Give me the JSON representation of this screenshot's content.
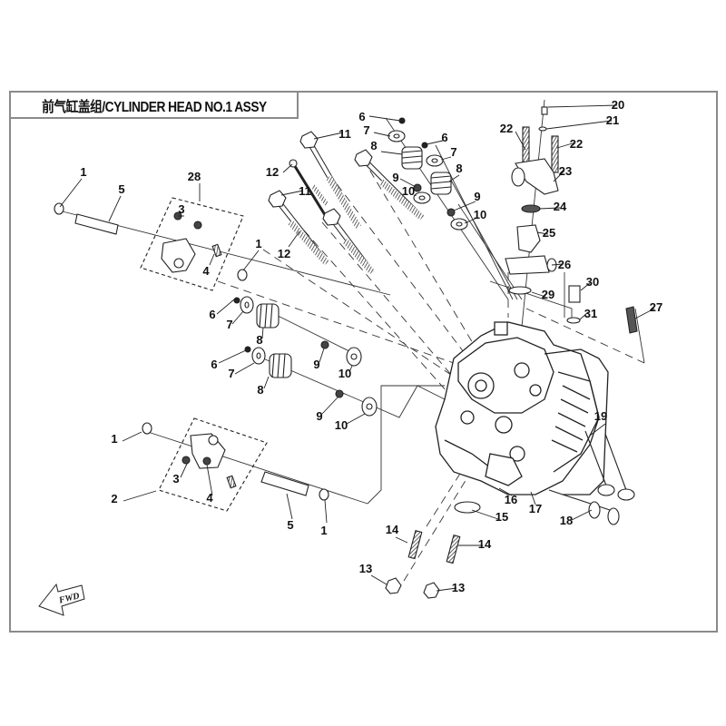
{
  "header": {
    "title": "前气缸盖组/CYLINDER HEAD NO.1 ASSY"
  },
  "direction_indicator": {
    "label": "FWD",
    "icon": "arrow-left-icon"
  },
  "colors": {
    "frame": "#8a8a8a",
    "line": "#222222",
    "background": "#ffffff"
  },
  "callouts": [
    {
      "id": "c1a",
      "number": "1",
      "part": "washer"
    },
    {
      "id": "c5a",
      "number": "5",
      "part": "rocker-shaft"
    },
    {
      "id": "c28",
      "number": "28",
      "part": "rocker-arm-assy"
    },
    {
      "id": "c3a",
      "number": "3",
      "part": "nut"
    },
    {
      "id": "c4a",
      "number": "4",
      "part": "adjusting-screw"
    },
    {
      "id": "c1b",
      "number": "1",
      "part": "washer"
    },
    {
      "id": "c12a",
      "number": "12",
      "part": "stud-bolt"
    },
    {
      "id": "c11a",
      "number": "11",
      "part": "bolt"
    },
    {
      "id": "c11b",
      "number": "11",
      "part": "bolt"
    },
    {
      "id": "c12b",
      "number": "12",
      "part": "stud-bolt"
    },
    {
      "id": "c6a",
      "number": "6",
      "part": "valve-cotter"
    },
    {
      "id": "c7a",
      "number": "7",
      "part": "spring-retainer"
    },
    {
      "id": "c8a",
      "number": "8",
      "part": "valve-spring"
    },
    {
      "id": "c9a",
      "number": "9",
      "part": "valve-stem-seal"
    },
    {
      "id": "c10a",
      "number": "10",
      "part": "spring-seat"
    },
    {
      "id": "c6b",
      "number": "6",
      "part": "valve-cotter"
    },
    {
      "id": "c7b",
      "number": "7",
      "part": "spring-retainer"
    },
    {
      "id": "c8b",
      "number": "8",
      "part": "valve-spring"
    },
    {
      "id": "c9b",
      "number": "9",
      "part": "valve-stem-seal"
    },
    {
      "id": "c10b",
      "number": "10",
      "part": "spring-seat"
    },
    {
      "id": "c20",
      "number": "20",
      "part": "bolt"
    },
    {
      "id": "c21",
      "number": "21",
      "part": "washer"
    },
    {
      "id": "c22a",
      "number": "22",
      "part": "bolt"
    },
    {
      "id": "c22b",
      "number": "22",
      "part": "bolt"
    },
    {
      "id": "c23",
      "number": "23",
      "part": "thermostat-cover"
    },
    {
      "id": "c24",
      "number": "24",
      "part": "gasket"
    },
    {
      "id": "c25",
      "number": "25",
      "part": "thermostat"
    },
    {
      "id": "c26",
      "number": "26",
      "part": "thermostat-housing"
    },
    {
      "id": "c29",
      "number": "29",
      "part": "o-ring"
    },
    {
      "id": "c30",
      "number": "30",
      "part": "plug"
    },
    {
      "id": "c31",
      "number": "31",
      "part": "washer"
    },
    {
      "id": "c27",
      "number": "27",
      "part": "temperature-sensor"
    },
    {
      "id": "c6c",
      "number": "6",
      "part": "valve-cotter"
    },
    {
      "id": "c7c",
      "number": "7",
      "part": "spring-retainer"
    },
    {
      "id": "c8c",
      "number": "8",
      "part": "valve-spring"
    },
    {
      "id": "c9c",
      "number": "9",
      "part": "valve-stem-seal"
    },
    {
      "id": "c10c",
      "number": "10",
      "part": "spring-seat"
    },
    {
      "id": "c6d",
      "number": "6",
      "part": "valve-cotter"
    },
    {
      "id": "c7d",
      "number": "7",
      "part": "spring-retainer"
    },
    {
      "id": "c8d",
      "number": "8",
      "part": "valve-spring"
    },
    {
      "id": "c9d",
      "number": "9",
      "part": "valve-stem-seal"
    },
    {
      "id": "c10d",
      "number": "10",
      "part": "spring-seat"
    },
    {
      "id": "c1c",
      "number": "1",
      "part": "washer"
    },
    {
      "id": "c2",
      "number": "2",
      "part": "rocker-arm-assy"
    },
    {
      "id": "c3b",
      "number": "3",
      "part": "nut"
    },
    {
      "id": "c4b",
      "number": "4",
      "part": "adjusting-screw"
    },
    {
      "id": "c5b",
      "number": "5",
      "part": "rocker-shaft"
    },
    {
      "id": "c1d",
      "number": "1",
      "part": "washer"
    },
    {
      "id": "c19",
      "number": "19",
      "part": "valve"
    },
    {
      "id": "c16",
      "number": "16",
      "part": "cylinder-head"
    },
    {
      "id": "c17",
      "number": "17",
      "part": "gasket"
    },
    {
      "id": "c18",
      "number": "18",
      "part": "valve"
    },
    {
      "id": "c15",
      "number": "15",
      "part": "gasket"
    },
    {
      "id": "c14a",
      "number": "14",
      "part": "stud-bolt"
    },
    {
      "id": "c14b",
      "number": "14",
      "part": "stud-bolt"
    },
    {
      "id": "c13a",
      "number": "13",
      "part": "nut"
    },
    {
      "id": "c13b",
      "number": "13",
      "part": "nut"
    }
  ]
}
